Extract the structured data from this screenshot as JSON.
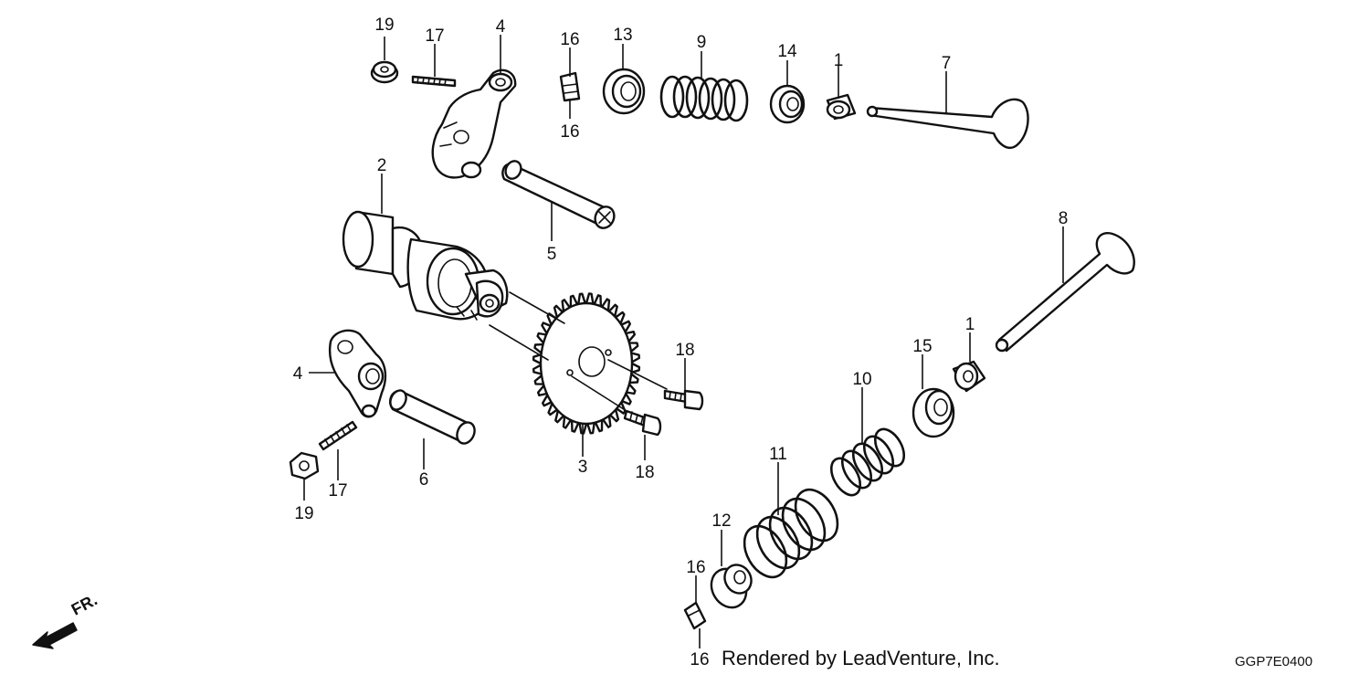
{
  "labels": {
    "p19a": "19",
    "p17a": "17",
    "p4a": "4",
    "p16a": "16",
    "p16b": "16",
    "p13": "13",
    "p9": "9",
    "p14": "14",
    "p1a": "1",
    "p7": "7",
    "p2": "2",
    "p5": "5",
    "p8": "8",
    "p1b": "1",
    "p15": "15",
    "p18a": "18",
    "p4b": "4",
    "p10": "10",
    "p11": "11",
    "p3": "3",
    "p18b": "18",
    "p6": "6",
    "p17b": "17",
    "p19b": "19",
    "p12": "12",
    "p16c": "16",
    "p16d": "16"
  },
  "footer": {
    "credit": "Rendered by LeadVenture, Inc.",
    "code": "GGP7E0400",
    "front_marker": "FR."
  },
  "icons": {
    "front_arrow": "arrow-icon"
  }
}
